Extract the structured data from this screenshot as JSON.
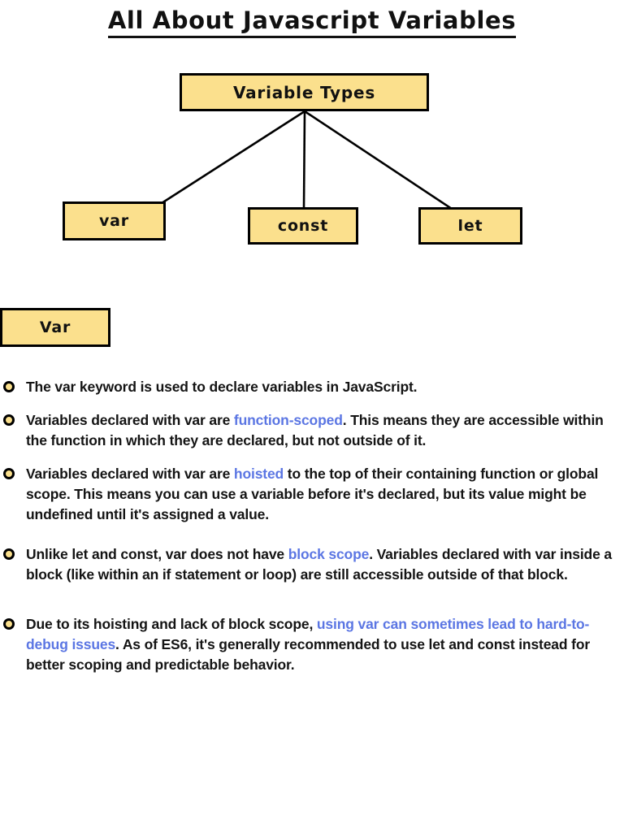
{
  "document": {
    "title": "All About Javascript Variables",
    "background_color": "#ffffff"
  },
  "theme": {
    "box_fill": "#fbe08d",
    "box_border": "#000000",
    "text_color": "#141414",
    "highlight_color": "#5b76e3"
  },
  "diagram": {
    "root": {
      "label": "Variable Types"
    },
    "children": [
      {
        "label": "var"
      },
      {
        "label": "const"
      },
      {
        "label": "let"
      }
    ]
  },
  "section": {
    "heading": "Var"
  },
  "bullets": [
    {
      "id": 1,
      "parts": [
        {
          "text": "The var keyword is used to declare variables in JavaScript.",
          "highlight": false
        }
      ],
      "plain": "The var keyword is used to declare variables in JavaScript."
    },
    {
      "id": 2,
      "parts": [
        {
          "text": "Variables declared with var are ",
          "highlight": false
        },
        {
          "text": "function-scoped",
          "highlight": true
        },
        {
          "text": ". This means they are accessible within the function in which they are declared, but not outside of it.",
          "highlight": false
        }
      ],
      "plain": "Variables declared with var are function-scoped. This means they are accessible within the function in which they are declared, but not outside of it."
    },
    {
      "id": 3,
      "parts": [
        {
          "text": "Variables declared with var are ",
          "highlight": false
        },
        {
          "text": "hoisted",
          "highlight": true
        },
        {
          "text": " to the top of their containing function or global scope. This means you can use a variable before it's declared, but its value might be undefined until it's assigned a value.",
          "highlight": false
        }
      ],
      "plain": "Variables declared with var are hoisted to the top of their containing function or global scope. This means you can use a variable before it's declared, but its value might be undefined until it's assigned a value."
    },
    {
      "id": 4,
      "parts": [
        {
          "text": "Unlike let and const, var does not have ",
          "highlight": false
        },
        {
          "text": "block scope",
          "highlight": true
        },
        {
          "text": ". Variables declared with var inside a block (like within an if statement or loop) are still accessible outside of that block.",
          "highlight": false
        }
      ],
      "plain": "Unlike let and const, var does not have block scope. Variables declared with var inside a block (like within an if statement or loop) are still accessible outside of that block."
    },
    {
      "id": 5,
      "parts": [
        {
          "text": "Due to its hoisting and lack of block scope, ",
          "highlight": false
        },
        {
          "text": "using var can sometimes lead to hard-to-debug issues",
          "highlight": true
        },
        {
          "text": ". As of ES6, it's generally recommended to use let and const instead for better scoping and predictable behavior.",
          "highlight": false
        }
      ],
      "plain": "Due to its hoisting and lack of block scope, using var can sometimes lead to hard-to-debug issues. As of ES6, it's generally recommended to use let and const instead for better scoping and predictable behavior."
    }
  ]
}
